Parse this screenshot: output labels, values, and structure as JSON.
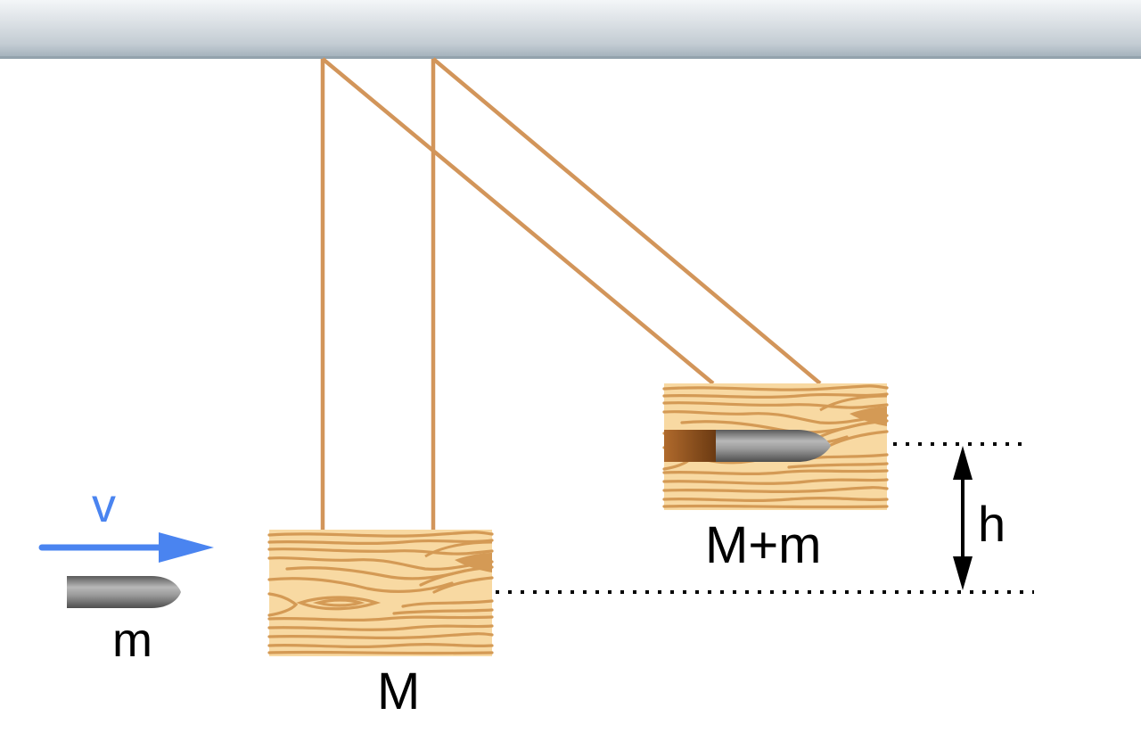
{
  "labels": {
    "velocity": "v",
    "bullet_mass": "m",
    "block_mass": "M",
    "combined_mass": "M+m",
    "height": "h"
  },
  "colors": {
    "velocity_arrow": "#4a84f0",
    "string": "#d2955a",
    "wood_light": "#f8d8a0",
    "wood_grain": "#d49a55",
    "ceiling_top": "#f2f4f6",
    "ceiling_bottom": "#a7b4be",
    "bullet": "#8a8a8a",
    "text": "#000000"
  }
}
